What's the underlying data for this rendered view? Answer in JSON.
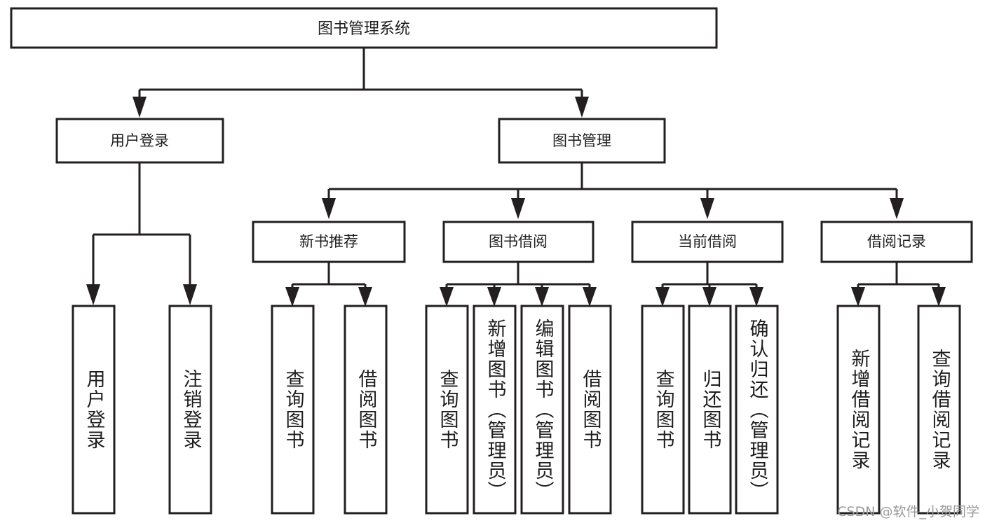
{
  "diagram": {
    "type": "tree-hierarchy-chart",
    "root": {
      "label": "图书管理系统"
    },
    "level2": [
      {
        "label": "用户登录"
      },
      {
        "label": "图书管理"
      }
    ],
    "level3": [
      {
        "label": "新书推荐"
      },
      {
        "label": "图书借阅"
      },
      {
        "label": "当前借阅"
      },
      {
        "label": "借阅记录"
      }
    ],
    "leaves": {
      "user_login": [
        {
          "label": "用户登录"
        },
        {
          "label": "注销登录"
        }
      ],
      "new_book_recommend": [
        {
          "label": "查询图书"
        },
        {
          "label": "借阅图书"
        }
      ],
      "book_borrow": [
        {
          "label": "查询图书"
        },
        {
          "label": "新增图书（管理员）"
        },
        {
          "label": "编辑图书（管理员）"
        },
        {
          "label": "借阅图书"
        }
      ],
      "current_borrow": [
        {
          "label": "查询图书"
        },
        {
          "label": "归还图书"
        },
        {
          "label": "确认归还（管理员）"
        }
      ],
      "borrow_record": [
        {
          "label": "新增借阅记录"
        },
        {
          "label": "查询借阅记录"
        }
      ]
    }
  },
  "watermark": {
    "text": "CSDN @软件_小贺同学"
  },
  "colors": {
    "stroke": "#231f20",
    "fill": "#ffffff",
    "text": "#1d1d1d",
    "watermark": "#9a9a9a"
  }
}
